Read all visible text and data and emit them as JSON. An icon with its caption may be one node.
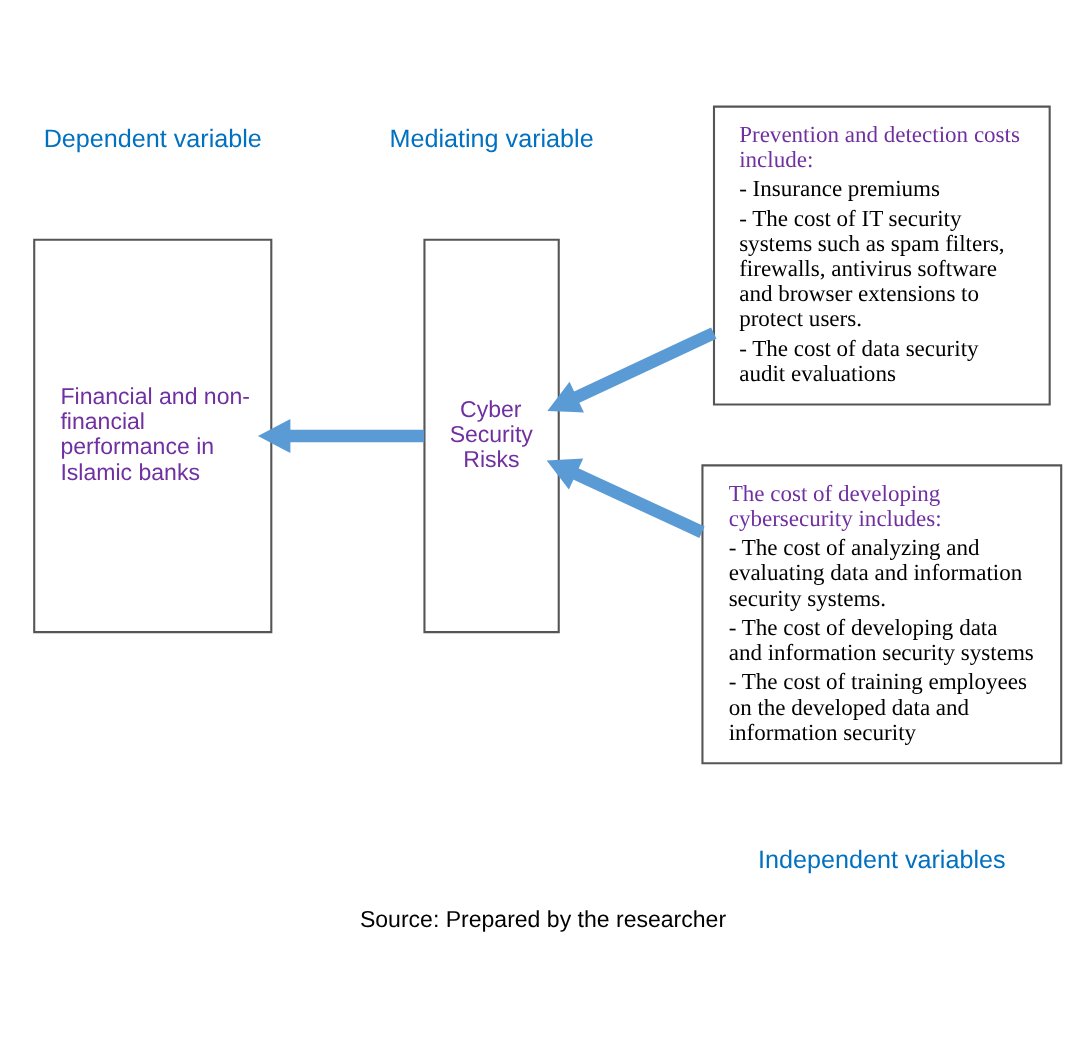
{
  "diagram": {
    "caption": "Source: Prepared by the researcher",
    "nodes": [
      {
        "text": [
          "Financial and non-financial performance in Islamic banks"
        ]
      },
      {
        "text": [
          "Cyber Security Risks"
        ]
      },
      {
        "text": [
          "Prevention and detection costs include:",
          "- Insurance premiums",
          "- The cost of IT security systems such as spam filters, firewalls, antivirus software and browser extensions to protect users.",
          "- The cost of data security audit evaluations"
        ]
      },
      {
        "text": [
          "The cost of developing cybersecurity includes:",
          "- The cost of analyzing and evaluating data and information security systems.",
          "- The cost of developing data and information security systems",
          "- The cost of training employees on the developed data and information security"
        ]
      }
    ],
    "edges": [
      {
        "from": 1,
        "to": 0,
        "arrow": "to"
      },
      {
        "from": 2,
        "to": 1,
        "arrow": "to"
      },
      {
        "from": 3,
        "to": 1,
        "arrow": "to"
      }
    ],
    "labels": [
      "Dependent variable",
      "Mediating variable",
      "Independent variables"
    ]
  }
}
